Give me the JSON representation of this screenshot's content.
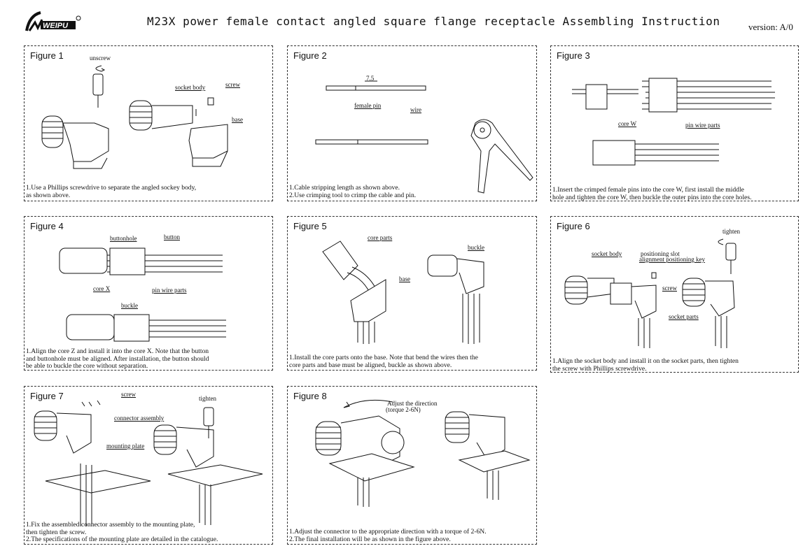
{
  "header": {
    "logo_text": "WEIPU",
    "title": "M23X power female contact angled square flange receptacle Assembling Instruction",
    "version": "version: A/0"
  },
  "figures": [
    {
      "label": "Figure 1",
      "callouts": [
        "unscrew",
        "socket body",
        "screw",
        "base"
      ],
      "caption": "1.Use a Phillips screwdrive to separate the angled sockey body,\nas shown above."
    },
    {
      "label": "Figure 2",
      "callouts": [
        "7.5",
        "female pin",
        "wire"
      ],
      "caption": "1.Cable stripping length as shown above.\n2.Use crimping tool to crimp the cable and pin."
    },
    {
      "label": "Figure 3",
      "callouts": [
        "core W",
        "pin wire parts"
      ],
      "caption": "1.Insert the crimped female pins into the core W, first install the middle\nhole and tighten the core W, then buckle the outer pins into the core holes."
    },
    {
      "label": "Figure 4",
      "callouts": [
        "buttonhole",
        "button",
        "core X",
        "pin wire parts",
        "buckle"
      ],
      "caption": "1.Align the core Z and install it into the core X. Note that the button\nand buttonhole must be aligned. After installation, the button should\nbe able to buckle the core without separation."
    },
    {
      "label": "Figure 5",
      "callouts": [
        "core parts",
        "buckle",
        "base"
      ],
      "caption": "1.Install the core parts onto the base. Note that bend the wires then the\ncore parts and base must be aligned, buckle as shown above."
    },
    {
      "label": "Figure 6",
      "callouts": [
        "tighten",
        "socket body",
        "positioning slot",
        "alignment positioning key",
        "screw",
        "socket parts"
      ],
      "caption": "1.Align the socket body and install it on the socket parts, then tighten\nthe screw with Phillips screwdrive."
    },
    {
      "label": "Figure 7",
      "callouts": [
        "screw",
        "tighten",
        "connector assembly",
        "mounting plate"
      ],
      "caption": "1.Fix the assembled connector assembly to the mounting plate,\nthen tighten the screw.\n2.The specifications of the mounting plate are detailed in the catalogue."
    },
    {
      "label": "Figure 8",
      "callouts": [
        "Adjust the direction",
        "(torque 2-6N)"
      ],
      "caption": "1.Adjust the connector to the appropriate direction with a torque of 2-6N.\n2.The final installation will be as shown in the figure above."
    }
  ]
}
